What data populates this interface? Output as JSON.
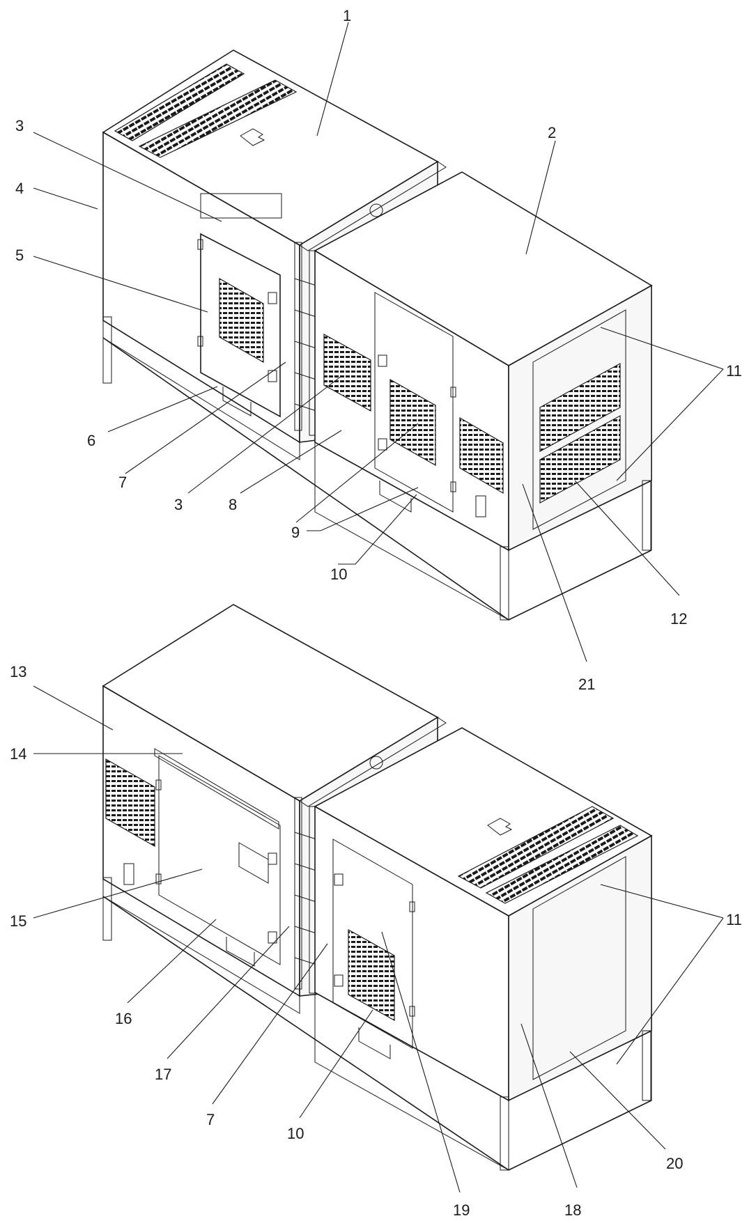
{
  "labels": {
    "l1": "1",
    "l2": "2",
    "l3a": "3",
    "l3b": "3",
    "l4": "4",
    "l5": "5",
    "l6": "6",
    "l7a": "7",
    "l7b": "7",
    "l8": "8",
    "l9": "9",
    "l10a": "10",
    "l10b": "10",
    "l11a": "11",
    "l11b": "11",
    "l12": "12",
    "l13": "13",
    "l14": "14",
    "l15": "15",
    "l16": "16",
    "l17": "17",
    "l18": "18",
    "l19": "19",
    "l20": "20",
    "l21": "21"
  }
}
